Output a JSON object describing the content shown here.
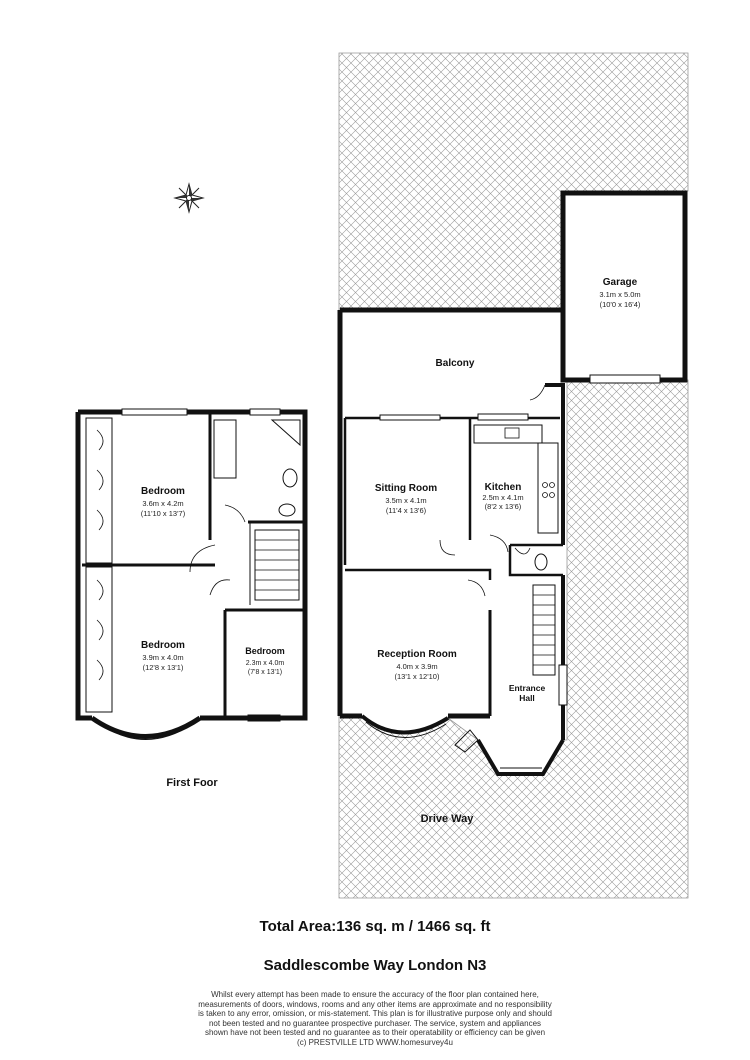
{
  "plan": {
    "rooms": [
      {
        "id": "garage",
        "name": "Garage",
        "dim_metric": "3.1m x 5.0m",
        "dim_imperial": "(10'0 x 16'4)"
      },
      {
        "id": "balcony",
        "name": "Balcony",
        "dim_metric": "",
        "dim_imperial": ""
      },
      {
        "id": "sitting",
        "name": "Sitting Room",
        "dim_metric": "3.5m x 4.1m",
        "dim_imperial": "(11'4 x 13'6)"
      },
      {
        "id": "kitchen",
        "name": "Kitchen",
        "dim_metric": "2.5m x 4.1m",
        "dim_imperial": "(8'2 x 13'6)"
      },
      {
        "id": "reception",
        "name": "Reception Room",
        "dim_metric": "4.0m x 3.9m",
        "dim_imperial": "(13'1 x 12'10)"
      },
      {
        "id": "entrance",
        "name": "Entrance",
        "name2": "Hall",
        "dim_metric": "",
        "dim_imperial": ""
      },
      {
        "id": "bed1",
        "name": "Bedroom",
        "dim_metric": "3.6m x 4.2m",
        "dim_imperial": "(11'10 x 13'7)"
      },
      {
        "id": "bed2",
        "name": "Bedroom",
        "dim_metric": "3.9m x 4.0m",
        "dim_imperial": "(12'8 x 13'1)"
      },
      {
        "id": "bed3",
        "name": "Bedroom",
        "dim_metric": "2.3m x 4.0m",
        "dim_imperial": "(7'8 x 13'1)"
      }
    ],
    "first_floor_label": "First Foor",
    "drive_way_label": "Drive Way"
  },
  "footer": {
    "total_area": "Total Area:136 sq. m  / 1466 sq. ft",
    "address": "Saddlescombe Way London N3",
    "disclaimer_lines": [
      "Whilst every attempt has been made to ensure the accuracy of the floor plan contained here,",
      "measurements of doors, windows, rooms and any other items are approximate and no responsibility",
      "is taken to any error, omission, or mis-statement. This plan is for illustrative purpose only and should",
      "not been tested and no guarantee prospective purchaser. The service, system and appliances",
      "shown have not been tested and no guarantee as to their operatability or efficiency can be given",
      "(c) PRESTVILLE LTD WWW.homesurvey4u"
    ]
  },
  "colors": {
    "wall": "#111111",
    "hatch": "#9a9a9a"
  }
}
